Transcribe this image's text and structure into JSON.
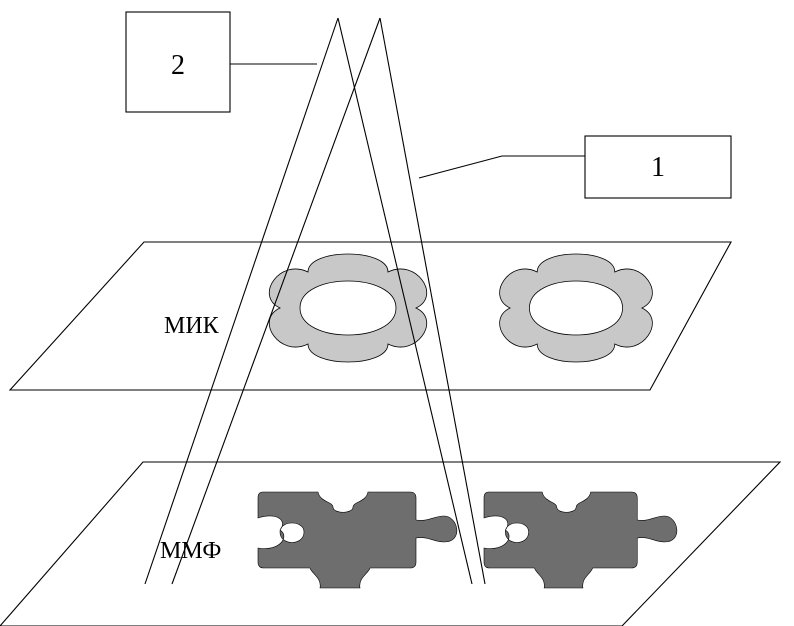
{
  "labels": {
    "box_2": "2",
    "box_1": "1",
    "layer_top": "МИК",
    "layer_bottom": "ММФ"
  },
  "colors": {
    "background": "#ffffff",
    "line": "#000000",
    "flower_fill": "#c8c8c8",
    "puzzle_fill": "#6e6e6e"
  }
}
